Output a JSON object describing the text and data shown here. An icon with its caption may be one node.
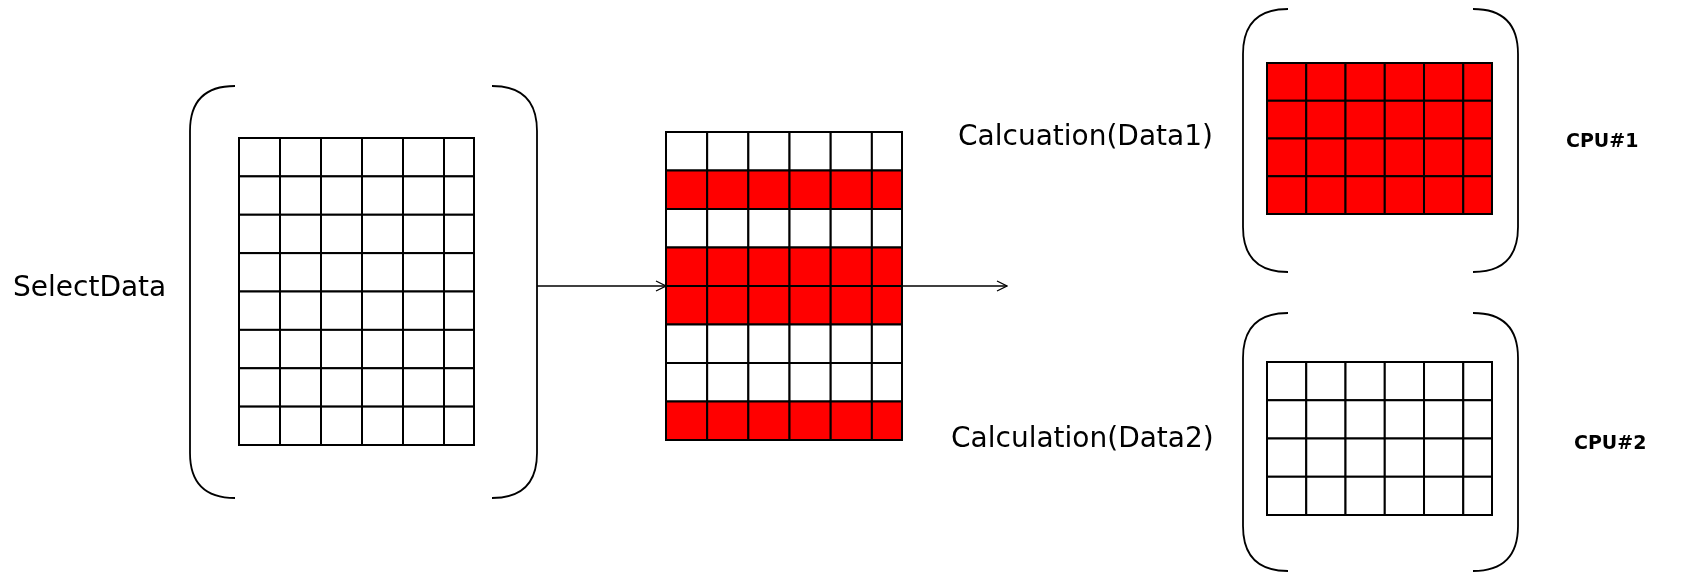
{
  "diagram": {
    "nodes": [
      {
        "text": [],
        "shape": "box",
        "beside": [
          "SelectData"
        ]
      },
      {
        "text": [],
        "shape": "box"
      },
      {
        "text": [],
        "shape": "box",
        "beside": [
          "Calcuation(Data1)"
        ]
      },
      {
        "text": [],
        "shape": "box",
        "beside": [
          "Calculation(Data2)"
        ]
      }
    ],
    "edges": [
      {
        "from": 0,
        "to": 1,
        "arrow": "to"
      },
      {
        "from": 1,
        "to": null,
        "arrow": "to"
      }
    ],
    "labels": [
      "CPU#1",
      "CPU#2"
    ]
  }
}
